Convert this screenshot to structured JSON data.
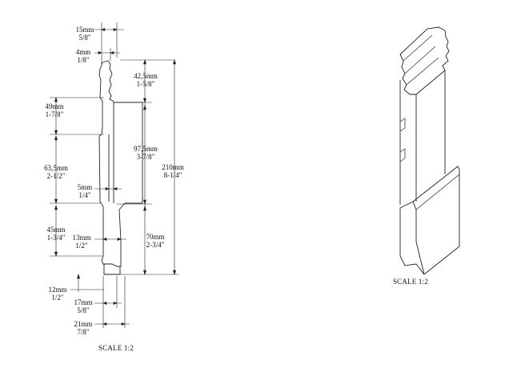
{
  "dimensions": {
    "d15": {
      "mm": "15mm",
      "in": "5/8\""
    },
    "d4": {
      "mm": "4mm",
      "in": "1/8\""
    },
    "d42": {
      "mm": "42,5mm",
      "in": "1-5/8\""
    },
    "d49": {
      "mm": "49mm",
      "in": "1-7/8\""
    },
    "d97": {
      "mm": "97,5mm",
      "in": "3-7/8\""
    },
    "d210": {
      "mm": "210mm",
      "in": "8-1/4\""
    },
    "d63": {
      "mm": "63,5mm",
      "in": "2-1/2\""
    },
    "d5": {
      "mm": "5mm",
      "in": "1/4\""
    },
    "d45": {
      "mm": "45mm",
      "in": "1-3/4\""
    },
    "d13": {
      "mm": "13mm",
      "in": "1/2\""
    },
    "d70": {
      "mm": "70mm",
      "in": "2-3/4\""
    },
    "d12": {
      "mm": "12mm",
      "in": "1/2\""
    },
    "d17": {
      "mm": "17mm",
      "in": "5/8\""
    },
    "d21": {
      "mm": "21mm",
      "in": "7/8\""
    }
  },
  "scale_left": "SCALE 1:2",
  "scale_right": "SCALE 1:2",
  "colors": {
    "line": "#222222",
    "background": "#ffffff"
  }
}
